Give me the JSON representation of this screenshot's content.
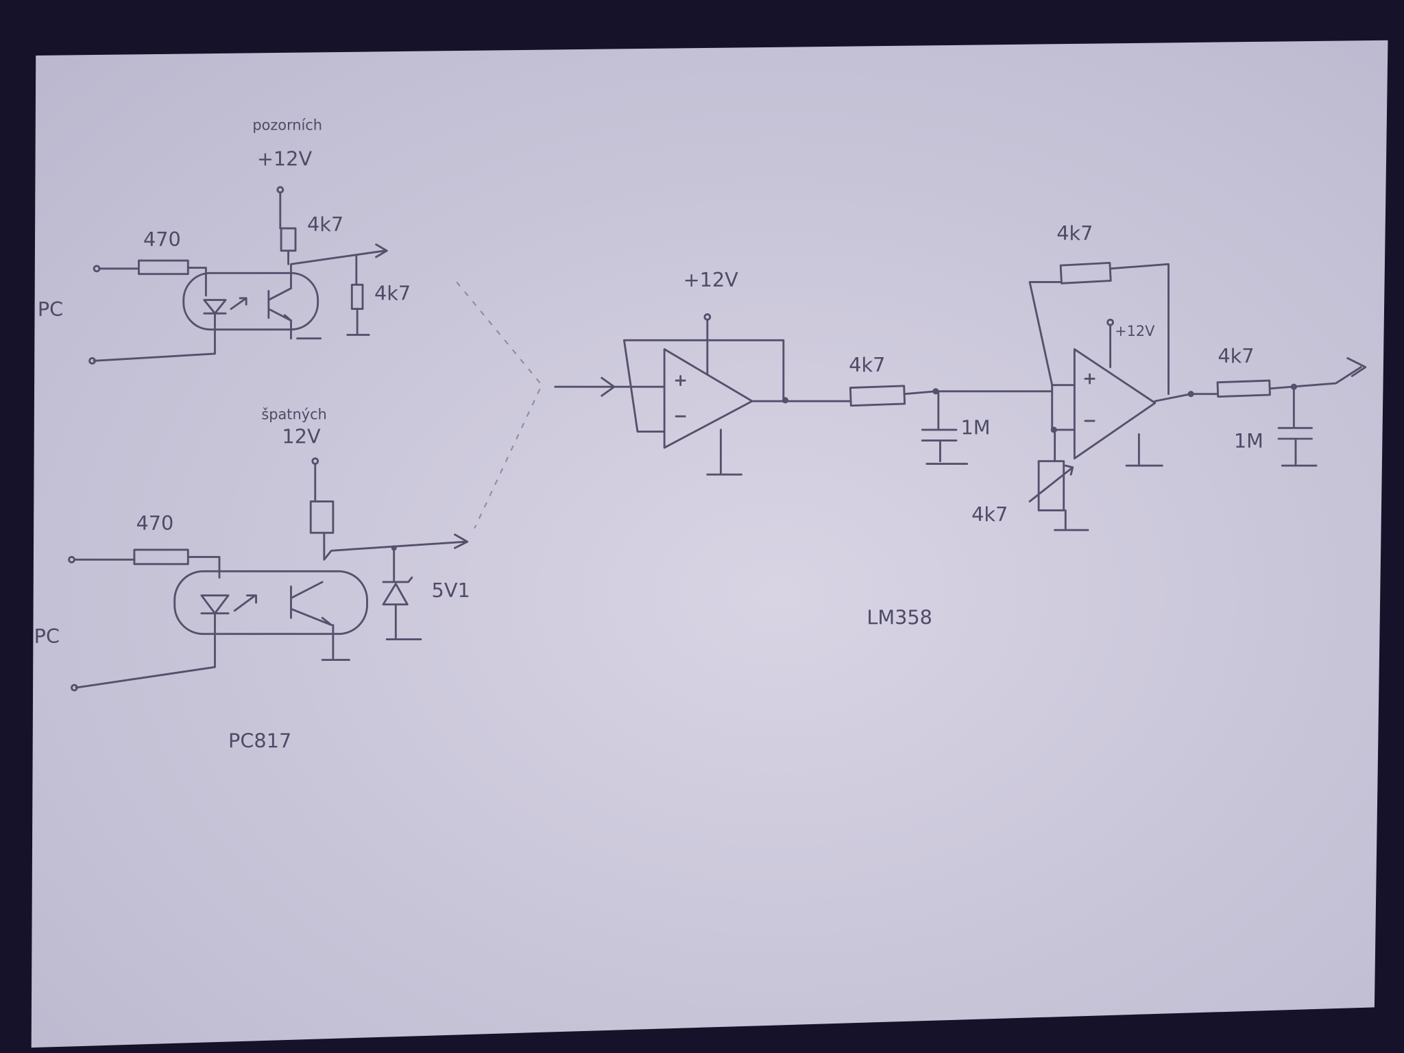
{
  "title": "Hand-drawn optocoupler and LM358 filter schematic",
  "labels": {
    "top_supply_name": "pozorních",
    "top_supply_voltage": "+12V",
    "bottom_supply_name": "špatných",
    "bottom_supply_voltage": "12V",
    "top_input_resistor": "470",
    "bottom_input_resistor": "470",
    "top_collector_resistor": "4k7",
    "top_output_resistor": "4k7",
    "top_pc": "PC",
    "bottom_pc": "PC",
    "zener": "5V1",
    "optocoupler_part": "PC817",
    "opamp1_supply": "+12V",
    "stage1_resistor": "4k7",
    "stage1_cap": "1M",
    "feedback_resistor": "4k7",
    "opamp2_supply": "+12V",
    "pot": "4k7",
    "stage2_resistor": "4k7",
    "stage2_cap": "1M",
    "opamp_part": "LM358"
  },
  "colors": {
    "paper": "#cac7da",
    "ink": "#55506c",
    "background": "#161229"
  }
}
